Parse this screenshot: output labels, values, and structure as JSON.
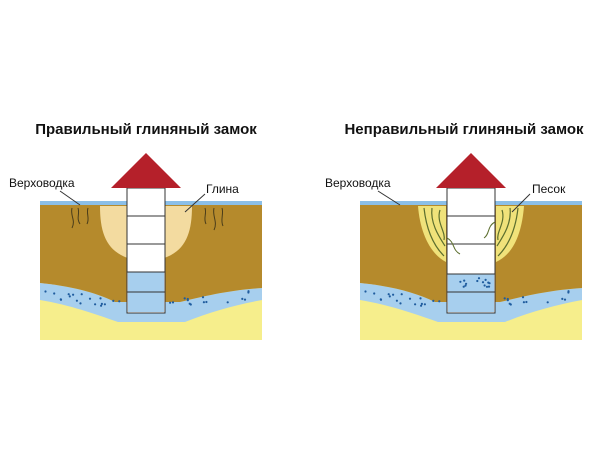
{
  "colors": {
    "soil": "#b58a2c",
    "soil_edge": "#8a661c",
    "water": "#a7cfee",
    "water_top": "#8bbfe8",
    "dots": "#1f5c9e",
    "sand": "#f6ee8c",
    "clay": "#f3dba0",
    "roof": "#b5202a",
    "well_wall": "#ffffff",
    "outline": "#333333",
    "vegetation": "#f0e27a",
    "leak_line": "#5c6e2e"
  },
  "left": {
    "title": "Правильный глиняный замок",
    "label_water": "Верховодка",
    "label_fill": "Глина"
  },
  "right": {
    "title": "Неправильный глиняный замок",
    "label_water": "Верховодка",
    "label_fill": "Песок"
  }
}
